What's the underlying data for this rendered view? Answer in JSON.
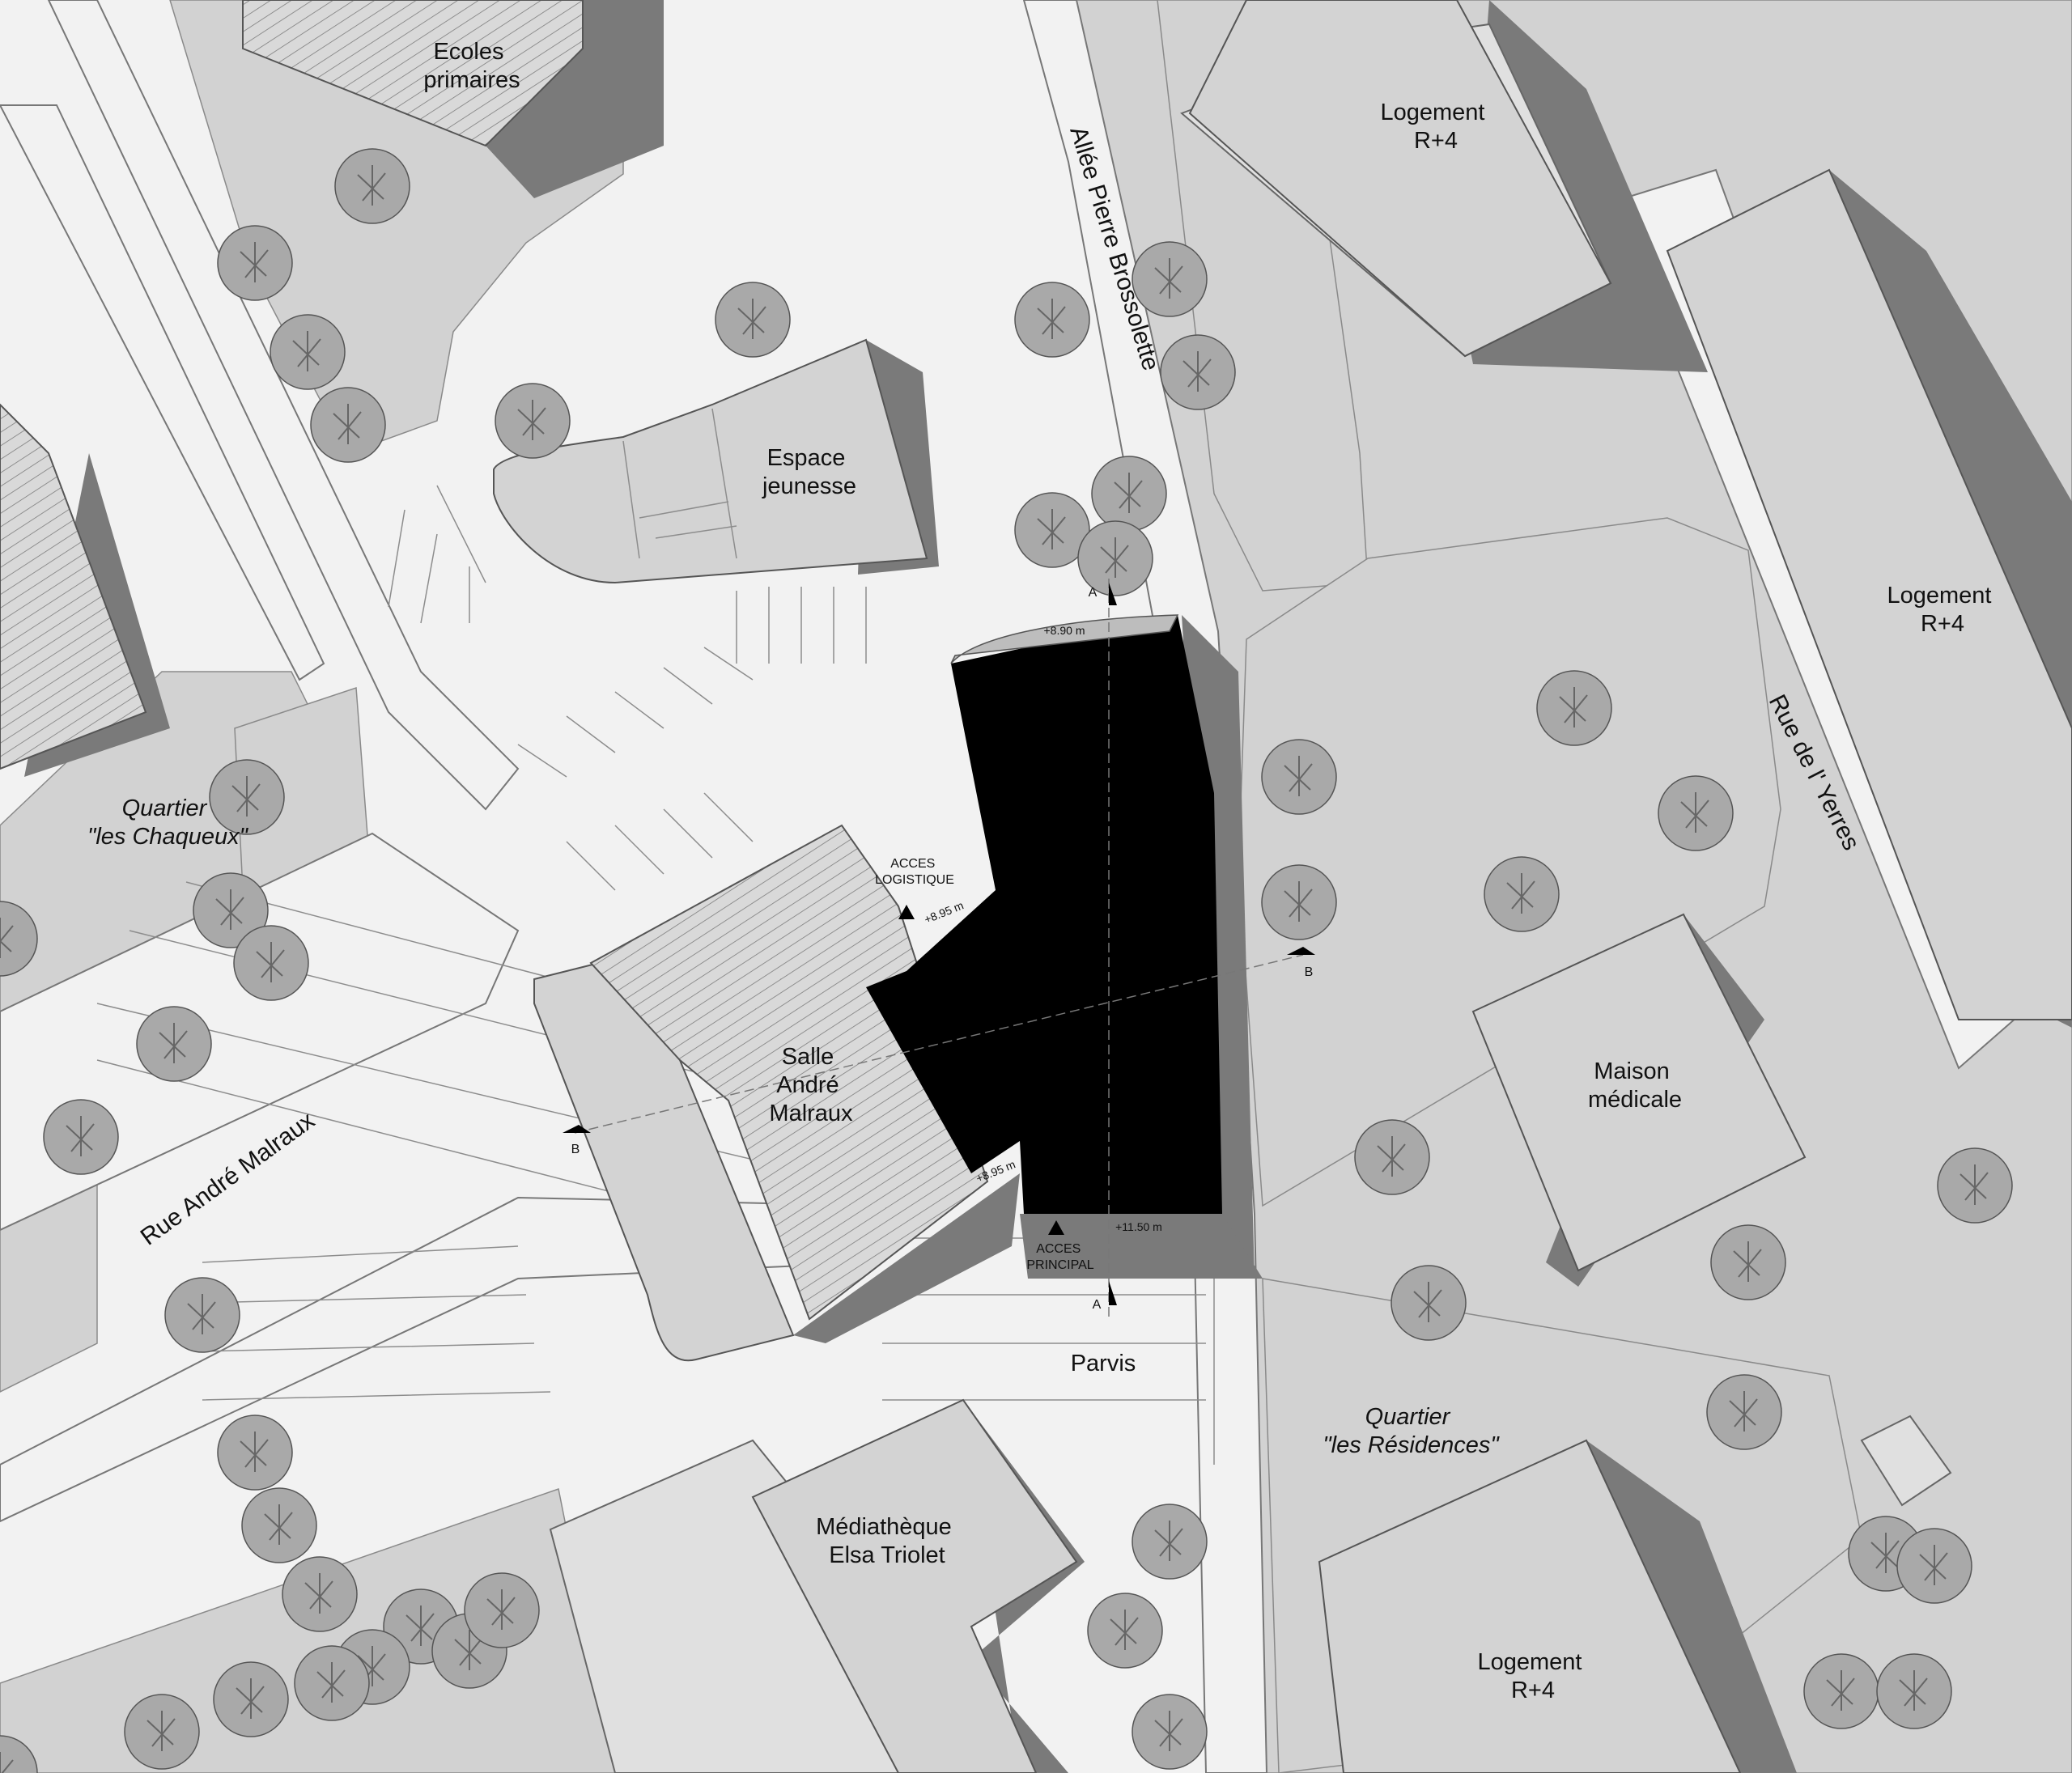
{
  "labels": {
    "ecoles": [
      "Ecoles",
      "primaires"
    ],
    "logement_top": [
      "Logement",
      "R+4"
    ],
    "logement_right": [
      "Logement",
      "R+4"
    ],
    "logement_bottom": [
      "Logement",
      "R+4"
    ],
    "espace_jeunesse": [
      "Espace",
      "jeunesse"
    ],
    "salle": [
      "Salle",
      "André",
      "Malraux"
    ],
    "maison_medicale": [
      "Maison",
      "médicale"
    ],
    "mediatheque": [
      "Médiathèque",
      "Elsa Triolet"
    ],
    "parvis": "Parvis",
    "quartier_chaqueux": [
      "Quartier",
      "\"les Chaqueux\""
    ],
    "quartier_residences": [
      "Quartier",
      "\"les Résidences\""
    ],
    "acces_logistique": [
      "ACCES",
      "LOGISTIQUE"
    ],
    "acces_principal": [
      "ACCES",
      "PRINCIPAL"
    ]
  },
  "roads": {
    "allee": "Allée   Pierre   Brossolette",
    "rue_yerres": "Rue   de   l' Yerres",
    "rue_malraux": "Rue   André   Malraux"
  },
  "dimensions": {
    "top": "+8.90 m",
    "logistique": "+8.95 m",
    "left_corner": "+8.95 m",
    "bottom": "+11.50 m"
  },
  "section_marks": {
    "a_top": "A",
    "a_bottom": "A",
    "b_right": "B",
    "b_left": "B"
  },
  "colors": {
    "new_building": "#000000",
    "building": "#d3d3d3",
    "shadow": "#7a7a7a",
    "ground": "#f2f2f2"
  }
}
